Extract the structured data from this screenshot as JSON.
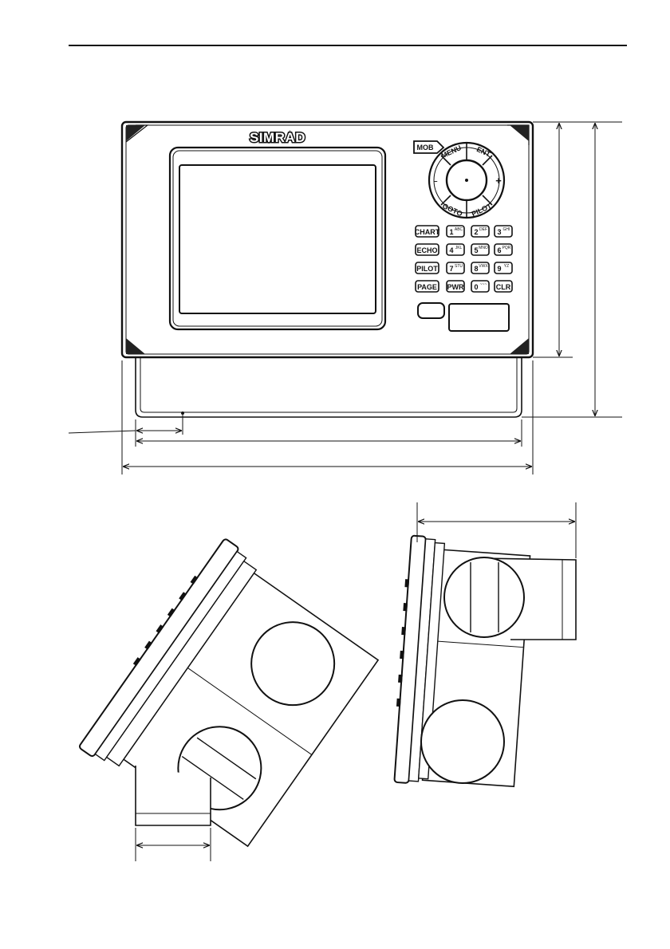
{
  "brand": "SIMRAD",
  "top_keys": {
    "mob": "MOB",
    "menu": "MENU",
    "ent": "ENT",
    "goto": "GOTO",
    "pilot": "PILOT",
    "minus": "–",
    "plus": "+"
  },
  "keypad": [
    {
      "label": "CHART",
      "digit": "1",
      "sup": "ABC"
    },
    {
      "label": "ECHO",
      "digit": "4",
      "sup": "JKL"
    },
    {
      "label": "PILOT",
      "digit": "7",
      "sup": "STU"
    },
    {
      "label": "PAGE",
      "digit": "PWR",
      "sup": ""
    }
  ],
  "keypad_col3": [
    {
      "digit": "2",
      "sup": "DEF"
    },
    {
      "digit": "5",
      "sup": "MNO"
    },
    {
      "digit": "8",
      "sup": "VWX"
    },
    {
      "digit": "0",
      "sup": "~~~"
    }
  ],
  "keypad_col4": [
    {
      "digit": "3",
      "sup": "GHI"
    },
    {
      "digit": "6",
      "sup": "PQR"
    },
    {
      "digit": "9",
      "sup": "YZ"
    },
    {
      "digit": "CLR",
      "sup": ""
    }
  ]
}
